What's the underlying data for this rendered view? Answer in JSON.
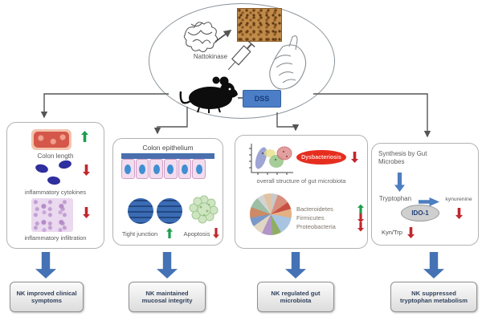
{
  "scene": {
    "nattokinase_label": "Nattokinase",
    "dss_label": "DSS"
  },
  "clinical_panel": {
    "items": [
      {
        "label": "Colon length",
        "direction": "up"
      },
      {
        "label": "inflammatory cytokines",
        "direction": "down"
      },
      {
        "label": "inflammatory infiltration",
        "direction": "down"
      }
    ]
  },
  "epithelium_panel": {
    "title": "Colon epithelium",
    "tight_junction": {
      "label": "Tight junction",
      "direction": "up"
    },
    "apoptosis": {
      "label": "Apoptosis",
      "direction": "down"
    }
  },
  "microbiota_panel": {
    "dysbacteriosis": {
      "label": "Dysbacteriosis",
      "direction": "down"
    },
    "caption": "overall structure of gut microbiota",
    "taxa": [
      {
        "label": "Bacteroidetes",
        "direction": "up"
      },
      {
        "label": "Firmicutes",
        "direction": "down"
      },
      {
        "label": "Proteobacteria",
        "direction": "down"
      }
    ]
  },
  "tryptophan_panel": {
    "synthesis_label": "Synthesis by Gut Microbes",
    "substrate_label": "Tryptophan",
    "product_label": "kynurenine",
    "product_direction": "down",
    "enzyme_label": "IDO-1",
    "ratio_label": "Kyn/Trp",
    "ratio_direction": "down"
  },
  "conclusions": [
    {
      "text": "NK improved clinical symptoms"
    },
    {
      "text": "NK maintained mucosal integrity"
    },
    {
      "text": "NK regulated gut microbiota"
    },
    {
      "text": "NK suppressed tryptophan metabolism"
    }
  ],
  "colors": {
    "up_arrow": "#1f9d4e",
    "down_arrow": "#c1272d",
    "flow_arrow_blue": "#4472b4",
    "dss_box_blue": "#4b7ec6",
    "dysbacteriosis_red": "#e62e1f"
  }
}
